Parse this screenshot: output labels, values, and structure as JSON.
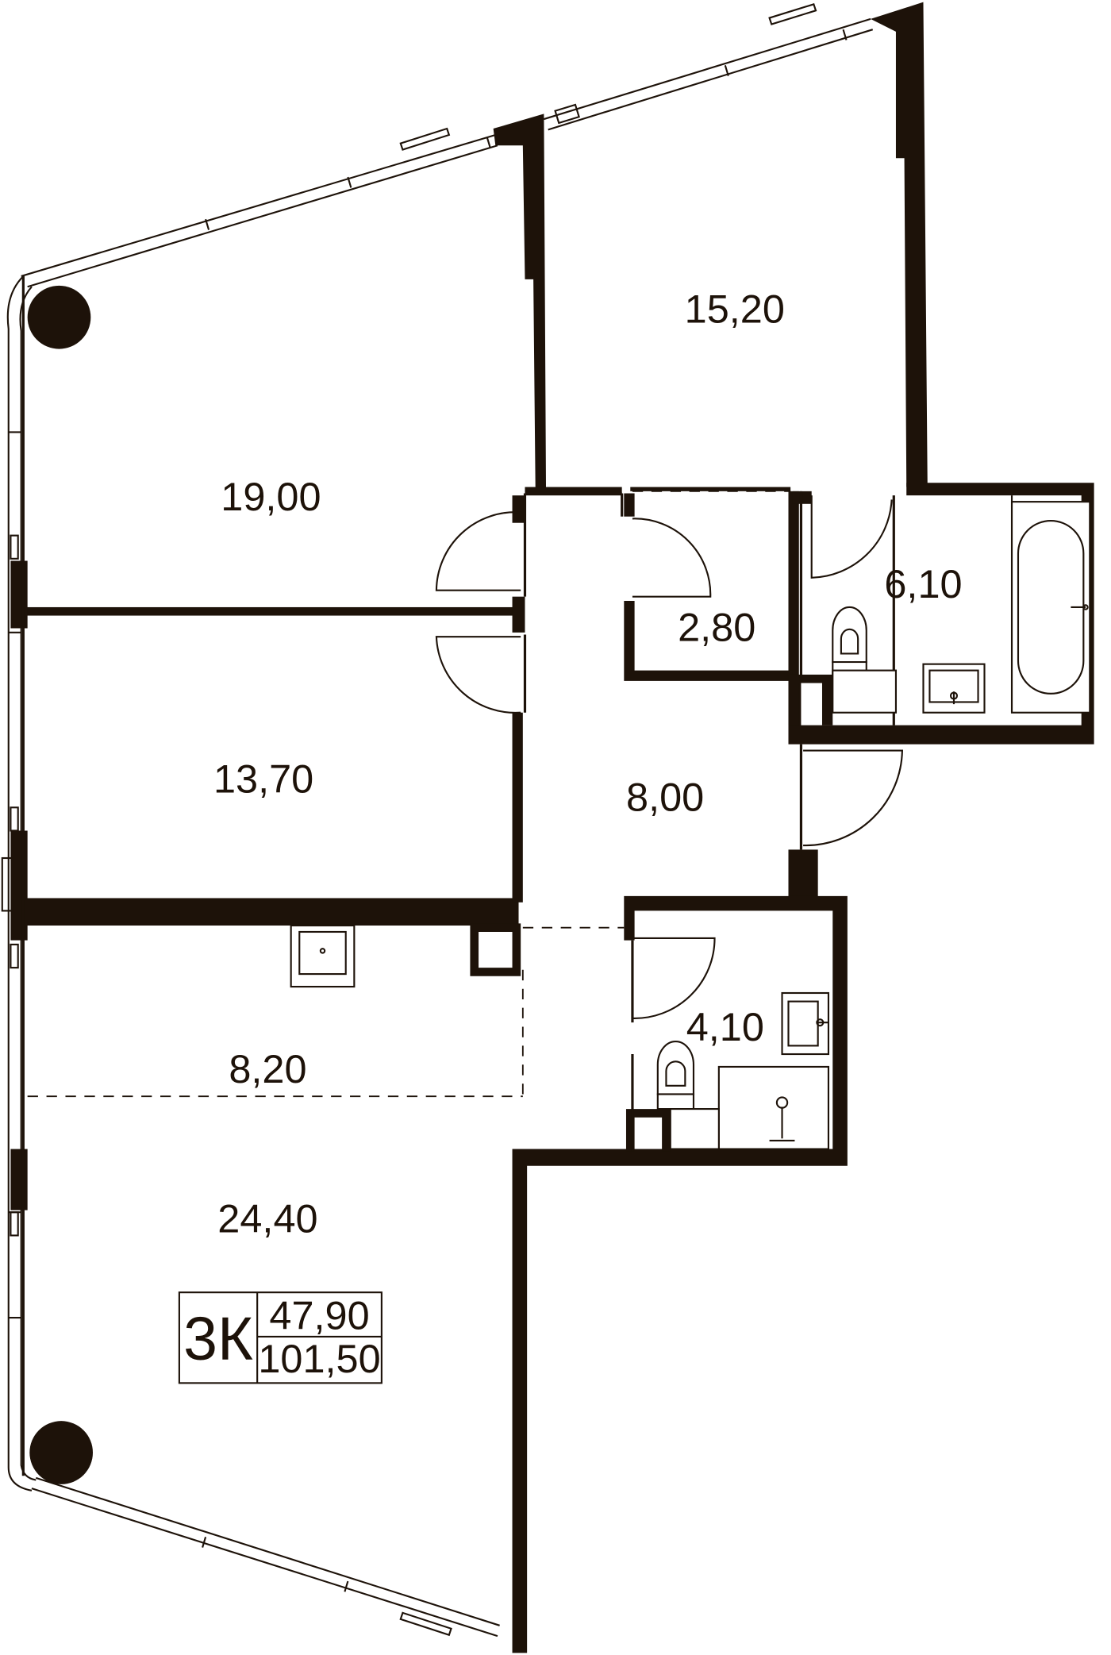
{
  "colors": {
    "wall": "#1d1209",
    "background": "#ffffff"
  },
  "rooms": [
    {
      "id": "bedroom-1",
      "area": "19,00"
    },
    {
      "id": "bedroom-2",
      "area": "15,20"
    },
    {
      "id": "bathroom",
      "area": "6,10"
    },
    {
      "id": "storage",
      "area": "2,80"
    },
    {
      "id": "bedroom-3",
      "area": "13,70"
    },
    {
      "id": "hall",
      "area": "8,00"
    },
    {
      "id": "wc",
      "area": "4,10"
    },
    {
      "id": "kitchen",
      "area": "8,20"
    },
    {
      "id": "living-room",
      "area": "24,40"
    }
  ],
  "summary": {
    "type": "3К",
    "living_area": "47,90",
    "total_area": "101,50"
  }
}
